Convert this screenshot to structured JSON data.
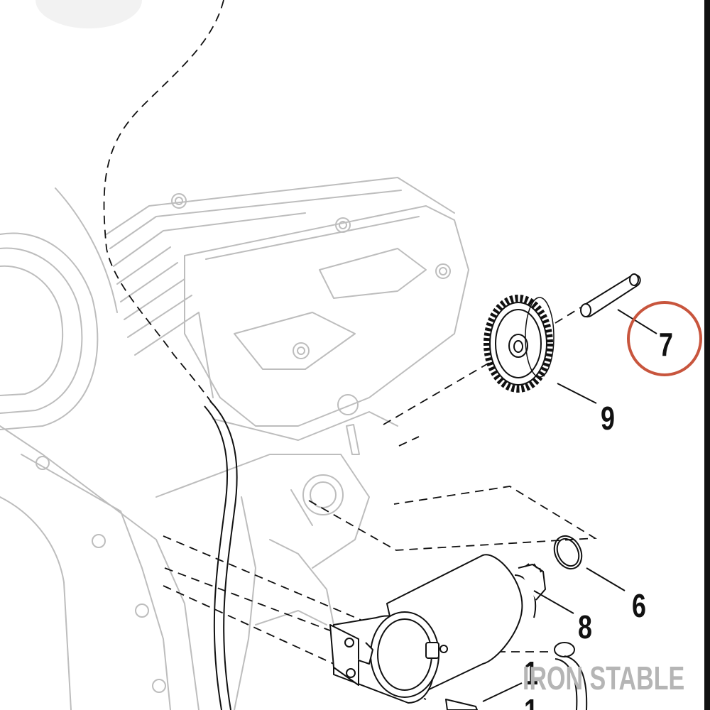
{
  "diagram": {
    "callouts": [
      {
        "id": "7",
        "label": "7",
        "highlighted": true
      },
      {
        "id": "9",
        "label": "9",
        "highlighted": false
      },
      {
        "id": "6",
        "label": "6",
        "highlighted": false
      },
      {
        "id": "8",
        "label": "8",
        "highlighted": false
      },
      {
        "id": "1a",
        "label": "1",
        "highlighted": false
      },
      {
        "id": "1b",
        "label": "1",
        "highlighted": false
      }
    ],
    "watermark": "IRON STABLE",
    "colors": {
      "engine_line": "#bdbdbd",
      "part_line": "#111111",
      "highlight_circle": "#c8553d",
      "watermark": "#b5b5b5"
    }
  }
}
